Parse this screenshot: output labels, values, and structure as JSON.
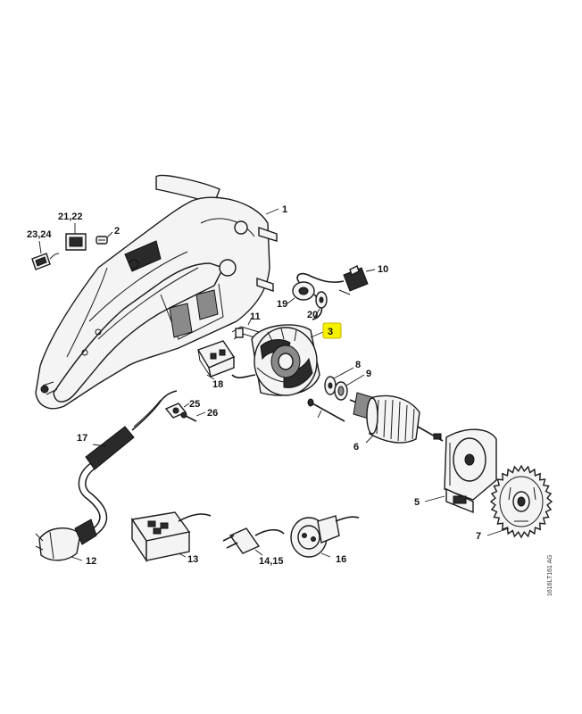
{
  "callouts": {
    "p1": "1",
    "p3": "3",
    "p5": "5",
    "p6": "6",
    "p7": "7",
    "p8": "8",
    "p9": "9",
    "p10": "10",
    "p11": "11",
    "p12": "12",
    "p13": "13",
    "p14_15": "14,15",
    "p16": "16",
    "p17": "17",
    "p18": "18",
    "p19": "19",
    "p20": "20",
    "p2": "2",
    "p21_22": "21,22",
    "p23_24": "23,24",
    "p25": "25",
    "p26": "26"
  },
  "highlighted_callout": "3",
  "drawing_code": "1616LT161 AG",
  "colors": {
    "highlight_fill": "#f5f200",
    "line": "#1a1a1a"
  }
}
